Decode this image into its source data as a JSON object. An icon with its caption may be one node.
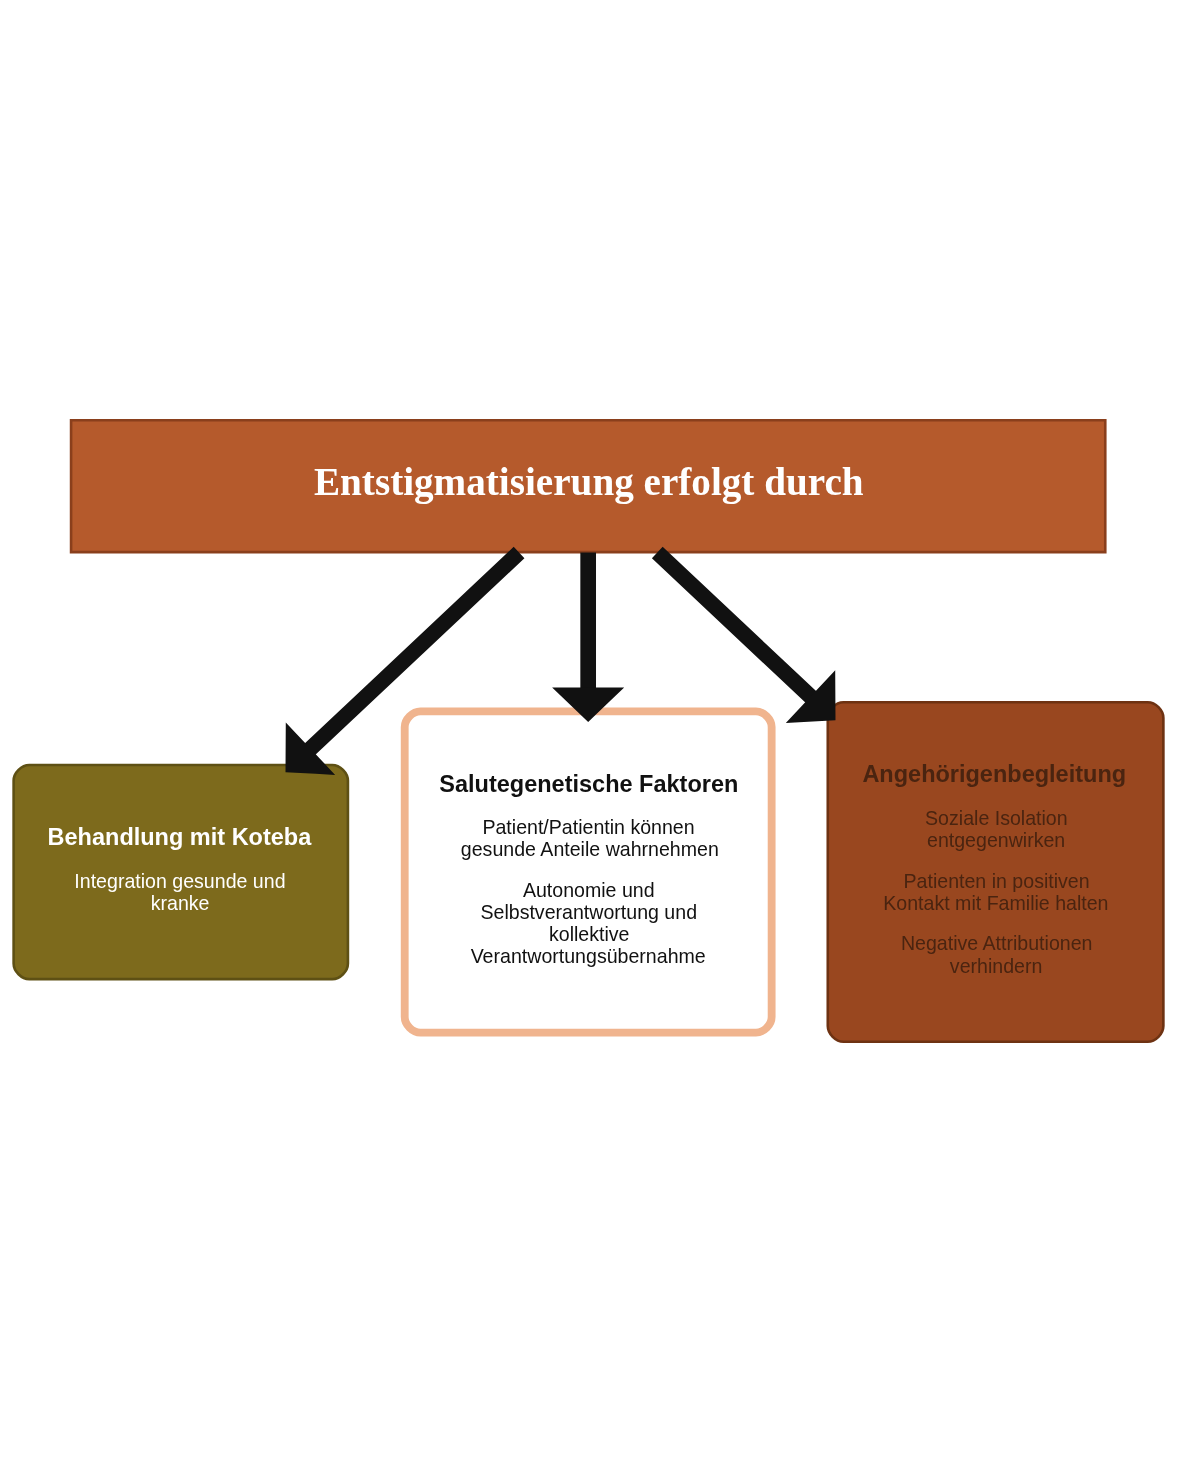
{
  "diagram": {
    "nodes": [
      {
        "text": [
          "Entstigmatisierung erfolgt durch"
        ]
      },
      {
        "text": [
          "Behandlung mit Koteba",
          "Integration gesunde und kranke"
        ]
      },
      {
        "text": [
          "Salutegenetische Faktoren",
          "Patient/Patientin können gesunde Anteile wahrnehmen",
          "Autonomie und Selbstverantwortung und kollektive Verantwortungsübernahme"
        ]
      },
      {
        "text": [
          "Angehörigenbegleitung",
          "Soziale Isolation entgegenwirken",
          "Patienten in positiven Kontakt mit Familie halten",
          "Negative Attributionen verhindern"
        ]
      }
    ],
    "edges": [
      {
        "from": 0,
        "to": 1,
        "arrow": "to"
      },
      {
        "from": 0,
        "to": 2,
        "arrow": "to"
      },
      {
        "from": 0,
        "to": 3,
        "arrow": "to"
      }
    ]
  }
}
